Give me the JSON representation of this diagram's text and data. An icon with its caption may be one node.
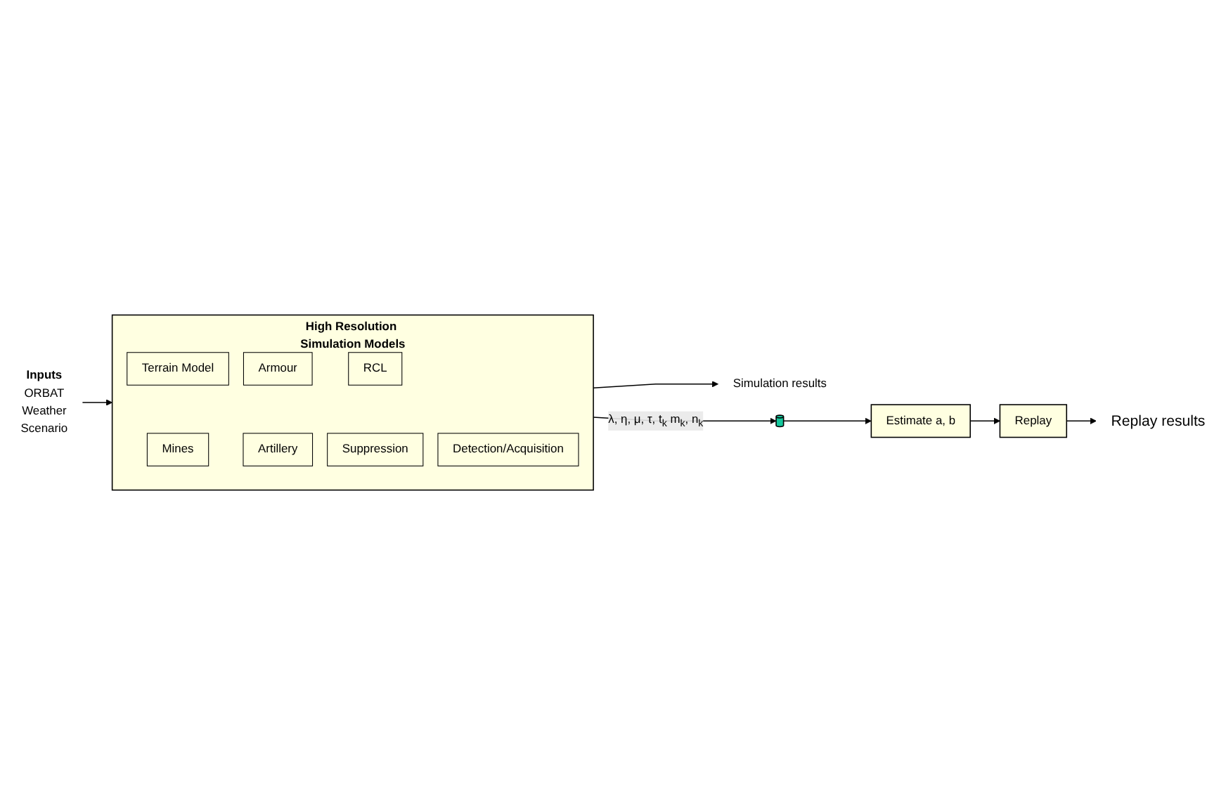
{
  "diagram": {
    "nodes": [
      {
        "text": [
          "High Resolution Simulation Models"
        ]
      },
      {
        "text": [
          "Terrain Model"
        ],
        "in": 0
      },
      {
        "text": [
          "Mines"
        ],
        "in": 0
      },
      {
        "text": [
          "Armour"
        ],
        "in": 0
      },
      {
        "text": [
          "Artillery"
        ],
        "in": 0
      },
      {
        "text": [
          "RCL"
        ],
        "in": 0
      },
      {
        "text": [
          "Suppression"
        ],
        "in": 0
      },
      {
        "text": [
          "Detection/Acquisition"
        ],
        "in": 0
      },
      {
        "text": [
          "Inputs",
          "ORBAT",
          "Weather",
          "Scenario"
        ]
      },
      {
        "text": [
          "Simulation results"
        ]
      },
      {
        "text": [],
        "shape": "cylinder"
      },
      {
        "text": [
          "Estimate a, b"
        ]
      },
      {
        "text": [
          "Replay"
        ]
      },
      {
        "text": [
          "Replay results"
        ]
      }
    ],
    "edges": [
      {
        "from": 8,
        "to": 0,
        "arrow": "to"
      },
      {
        "from": 0,
        "to": 9,
        "arrow": "to"
      },
      {
        "from": 0,
        "to": 10,
        "arrow": "to",
        "label": "λ, η, μ, τ, t$_{k}$ m$_{k}$, n$_{k}$"
      },
      {
        "from": 10,
        "to": 11,
        "arrow": "to"
      },
      {
        "from": 11,
        "to": 12,
        "arrow": "to"
      },
      {
        "from": 12,
        "to": 13,
        "arrow": "to"
      }
    ]
  }
}
